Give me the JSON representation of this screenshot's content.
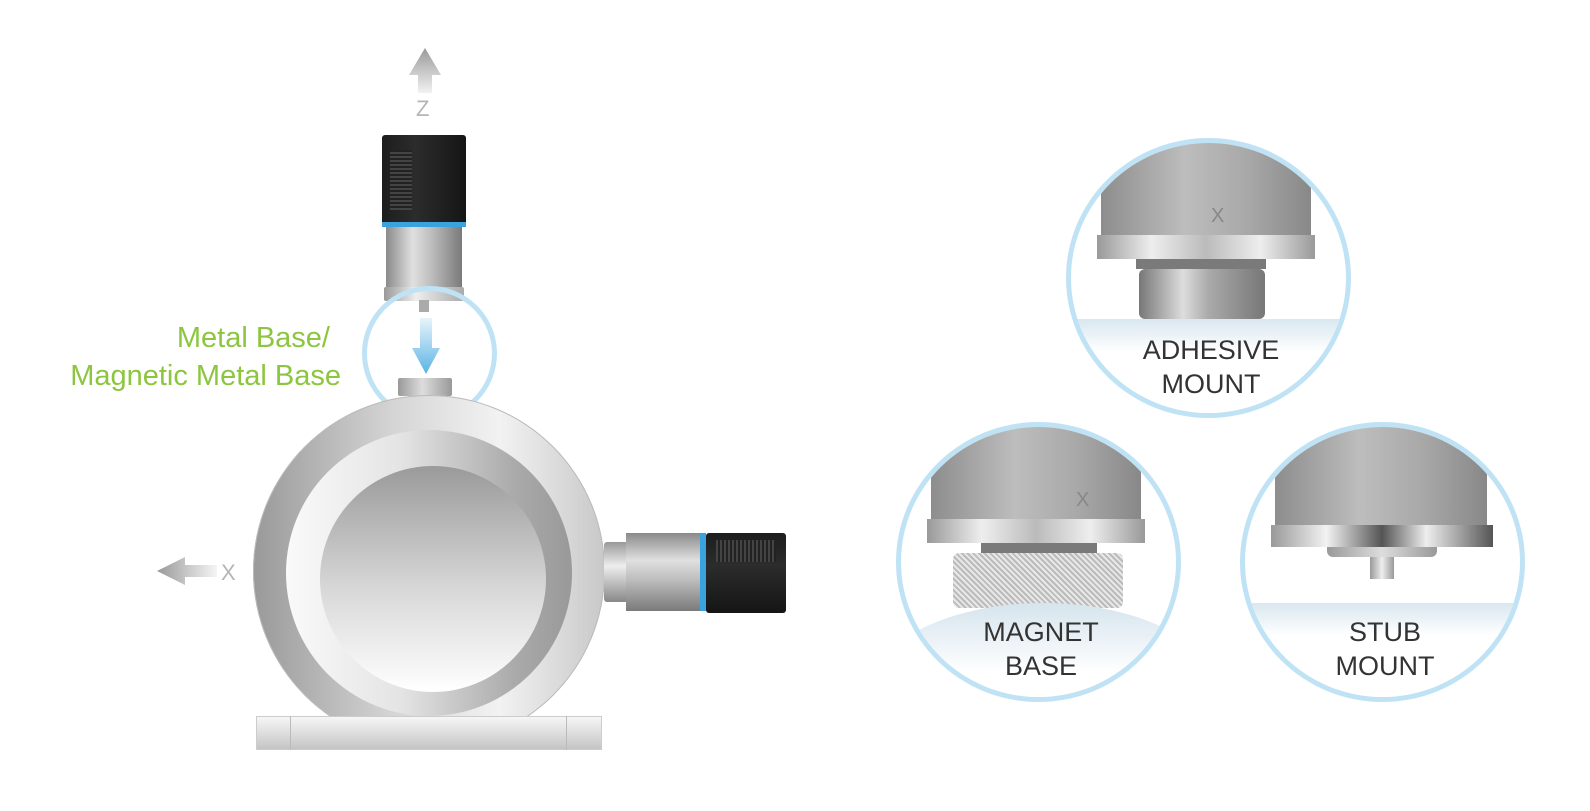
{
  "diagram": {
    "left": {
      "axis_z_label": "Z",
      "axis_x_label": "X",
      "callout_label_line1": "Metal Base/",
      "callout_label_line2": "Magnetic Metal Base",
      "callout_color": "#8cc63f",
      "ring_color": "#bfe3f5",
      "arrow_color": "#5ab4e5"
    },
    "mounts": [
      {
        "label_line1": "ADHESIVE",
        "label_line2": "MOUNT",
        "axis_mark": "X"
      },
      {
        "label_line1": "MAGNET",
        "label_line2": "BASE",
        "axis_mark": "X"
      },
      {
        "label_line1": "STUB",
        "label_line2": "MOUNT"
      }
    ]
  }
}
